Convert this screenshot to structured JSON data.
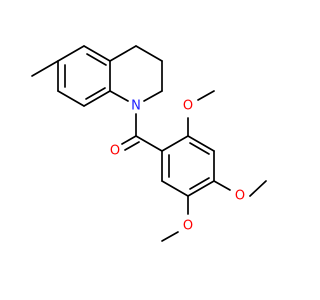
{
  "colors": {
    "bond": "#000000",
    "nitrogen": "#1f1fff",
    "oxygen": "#ff0000",
    "background": "#ffffff"
  },
  "atoms": {
    "n1": "N",
    "o_carbonyl": "O",
    "o_2_methoxy": "O",
    "o_4_methoxy": "O",
    "o_5_methoxy": "O"
  }
}
